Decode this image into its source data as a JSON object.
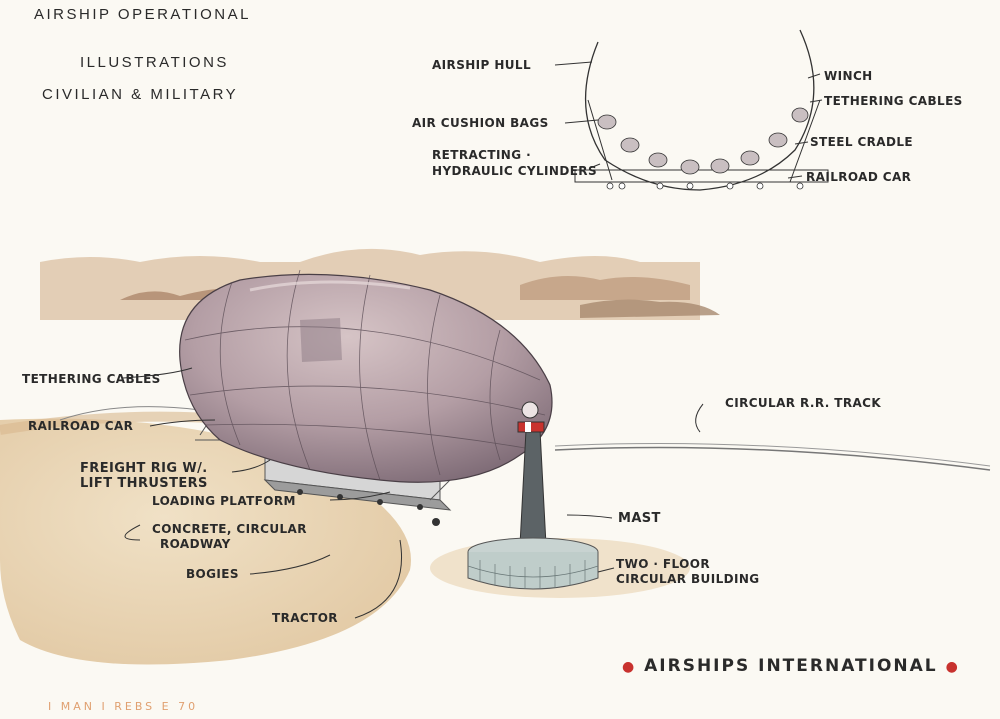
{
  "header": {
    "line1": "AIRSHIP OPERATIONAL",
    "line2": "ILLUSTRATIONS",
    "line3": "CIVILIAN & MILITARY"
  },
  "detail_labels": {
    "hull": "AIRSHIP HULL",
    "winch": "WINCH",
    "tethering_cables": "TETHERING CABLES",
    "air_cushion_bags": "AIR CUSHION BAGS",
    "steel_cradle": "STEEL CRADLE",
    "retracting_1": "RETRACTING ·",
    "retracting_2": "HYDRAULIC CYLINDERS",
    "railroad_car": "RAILROAD CAR"
  },
  "main_labels": {
    "tethering_cables": "TETHERING CABLES",
    "railroad_car": "RAILROAD CAR",
    "freight_1": "FREIGHT RIG W/.",
    "freight_2": "LIFT THRUSTERS",
    "loading_platform": "LOADING PLATFORM",
    "concrete_1": "CONCRETE, CIRCULAR",
    "concrete_2": "ROADWAY",
    "bogies": "BOGIES",
    "tractor": "TRACTOR",
    "track": "CIRCULAR R.R. TRACK",
    "mast": "MAST",
    "building_1": "TWO · FLOOR",
    "building_2": "CIRCULAR BUILDING"
  },
  "footer": {
    "firm": "AIRSHIPS INTERNATIONAL",
    "credit": "I MAN I REBS  E 70"
  },
  "colors": {
    "hull": "#b7a1a6",
    "hull_shadow": "#8f7b84",
    "ground": "#e9d5b6",
    "mountains": "#c9aa8c",
    "accent_red": "#c8322e",
    "building": "#bfcdca"
  }
}
